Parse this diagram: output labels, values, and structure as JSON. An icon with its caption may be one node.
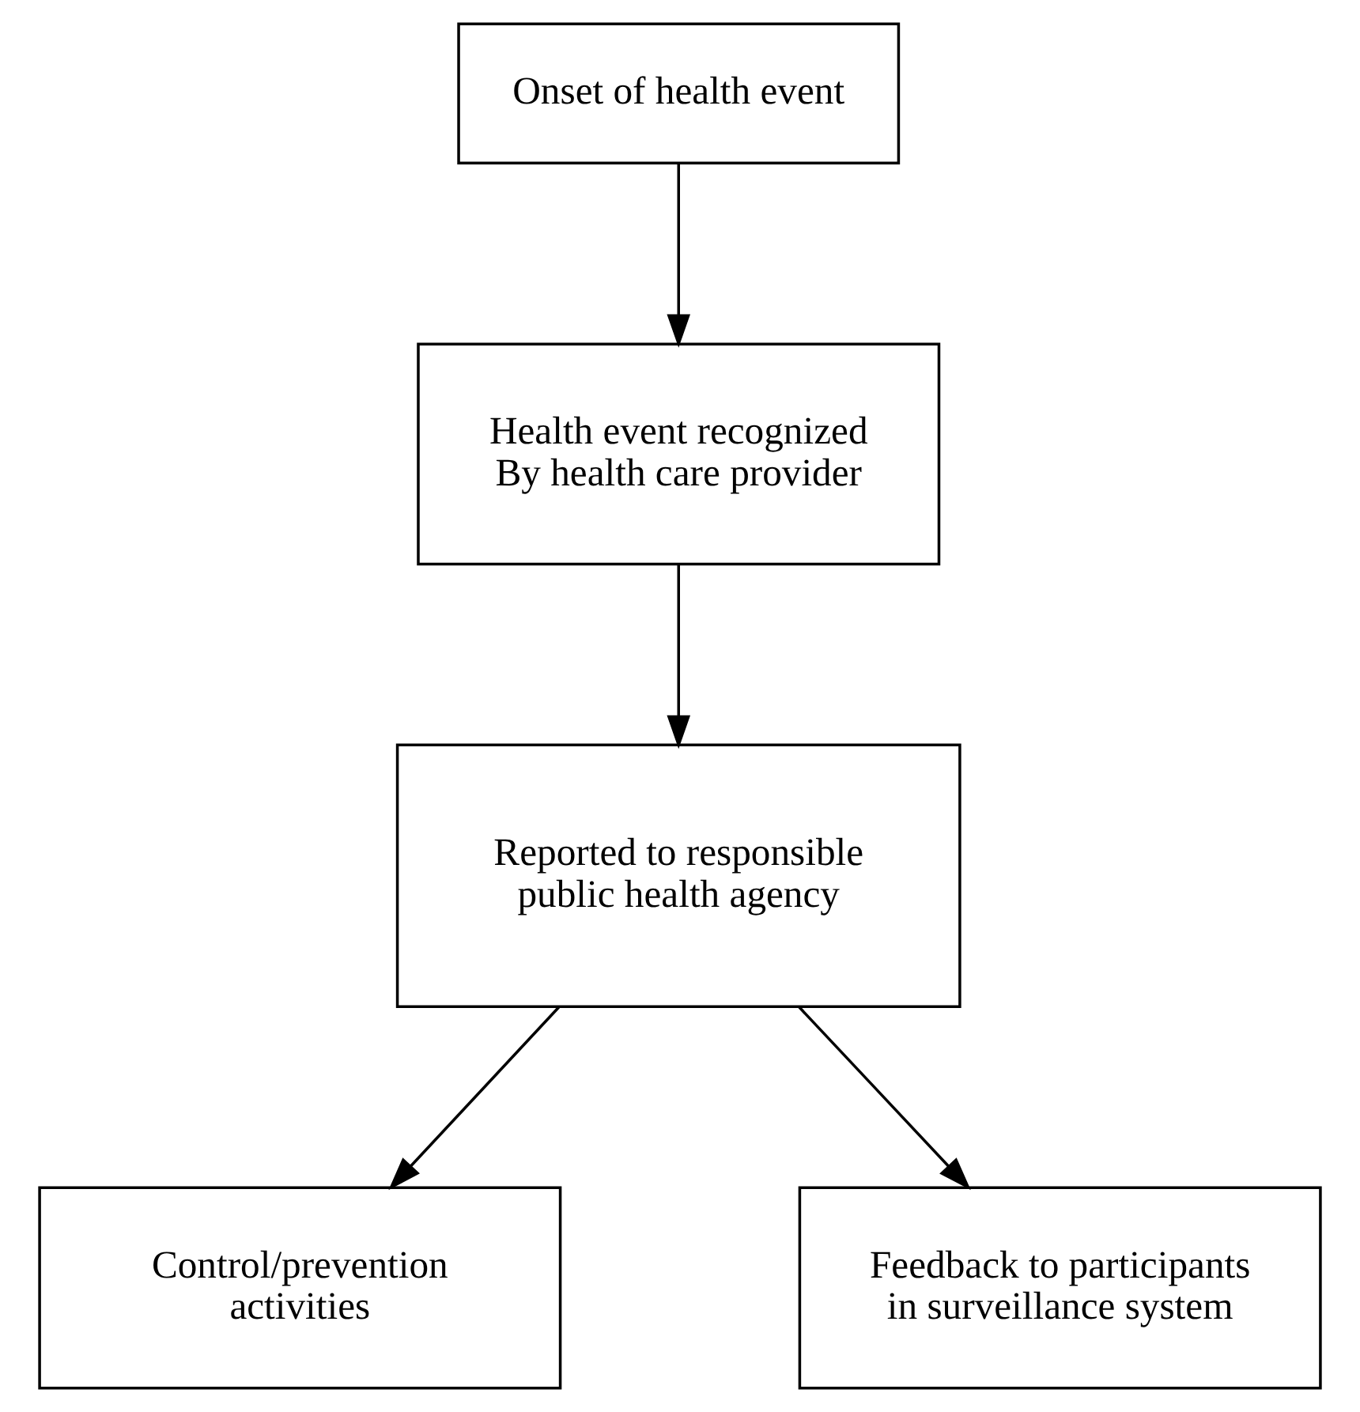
{
  "diagram": {
    "nodes": [
      {
        "text": [
          "Onset of health event"
        ]
      },
      {
        "text": [
          "Health event recognized By health care provider"
        ]
      },
      {
        "text": [
          "Reported to responsible public health agency"
        ]
      },
      {
        "text": [
          "Control/prevention activities"
        ]
      },
      {
        "text": [
          "Feedback to participants in surveillance system"
        ]
      }
    ],
    "edges": [
      {
        "from": 0,
        "to": 1,
        "arrow": "to"
      },
      {
        "from": 1,
        "to": 2,
        "arrow": "to"
      },
      {
        "from": 2,
        "to": 3,
        "arrow": "to"
      },
      {
        "from": 2,
        "to": 4,
        "arrow": "to"
      }
    ]
  }
}
